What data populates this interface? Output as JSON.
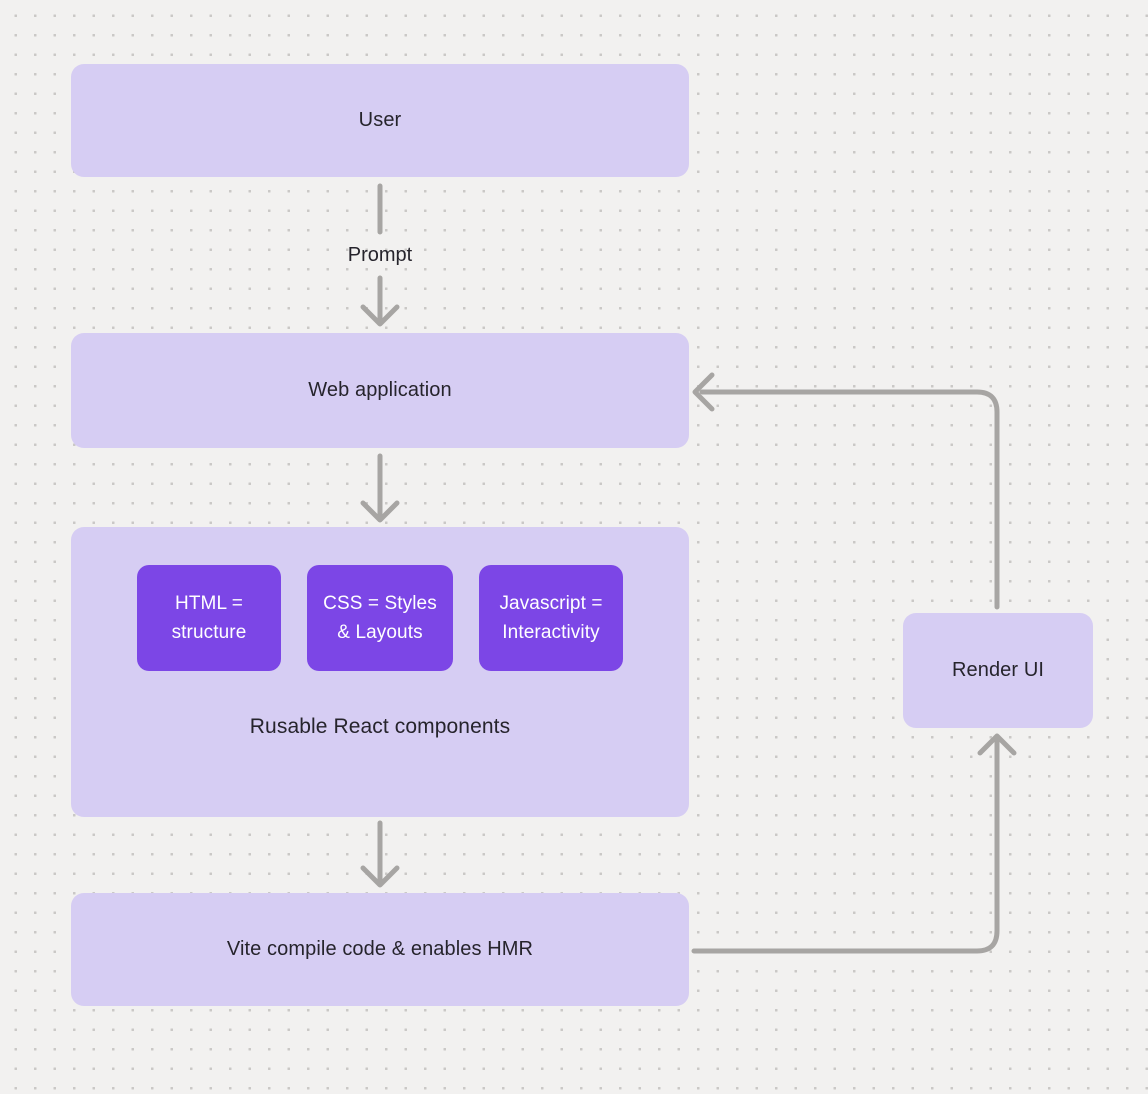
{
  "theme": {
    "canvas_bg": "#f2f1f0",
    "dot_color": "#cac8c6",
    "node_fill": "#d6cdf3",
    "node_text": "#26242c",
    "accent_fill": "#7c46e6",
    "accent_text": "#ffffff",
    "connector_color": "#a7a5a3"
  },
  "nodes": {
    "user": {
      "label": "User"
    },
    "web_application": {
      "label": "Web application"
    },
    "components_group": {
      "label": "Rusable React components",
      "children": [
        {
          "label": "HTML = structure"
        },
        {
          "label": "CSS = Styles & Layouts"
        },
        {
          "label": "Javascript = Interactivity"
        }
      ]
    },
    "vite": {
      "label": "Vite compile code & enables HMR"
    },
    "render_ui": {
      "label": "Render UI"
    }
  },
  "connectors": {
    "prompt_label": "Prompt"
  }
}
